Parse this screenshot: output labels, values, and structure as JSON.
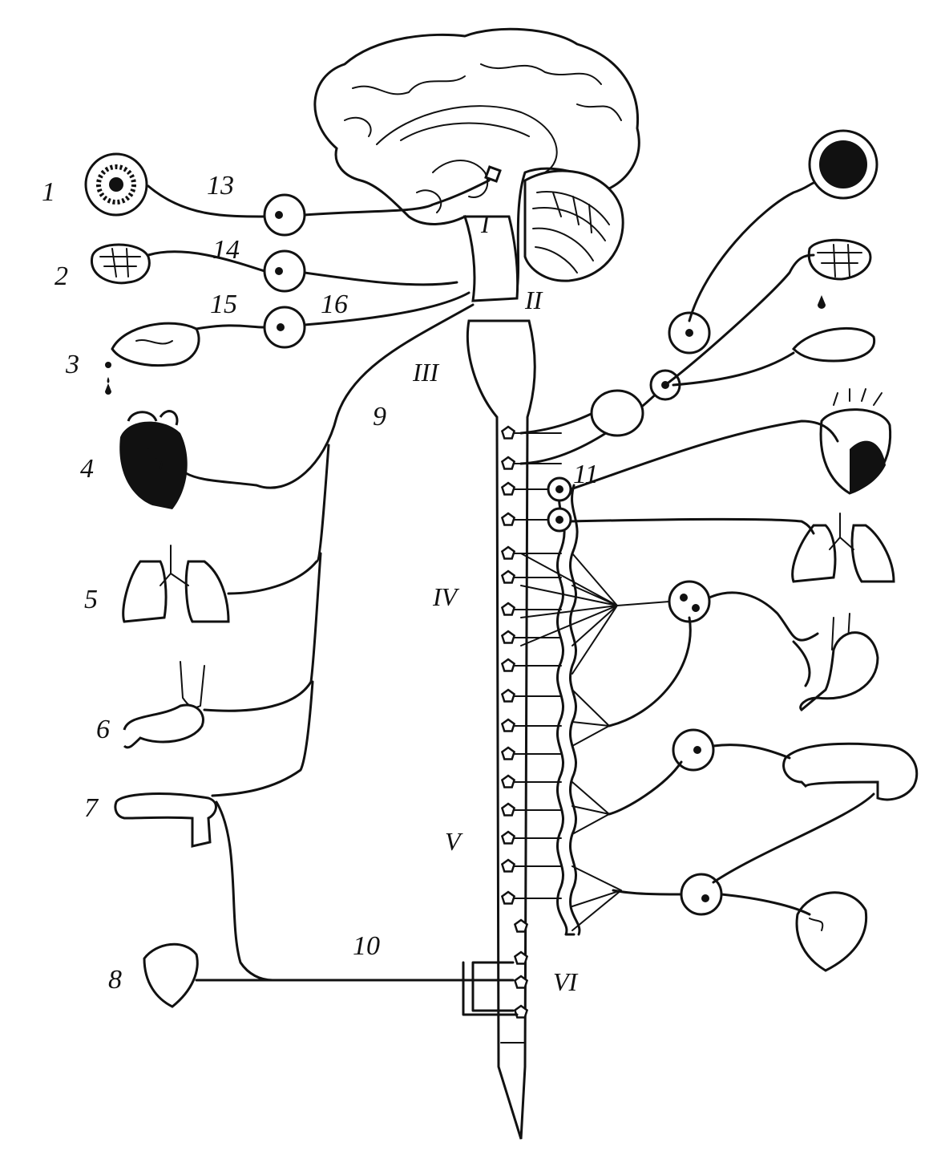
{
  "organ_labels": [
    "1",
    "2",
    "3",
    "4",
    "5",
    "6",
    "7",
    "8"
  ],
  "nerve_labels": [
    "9",
    "10",
    "11",
    "13",
    "14",
    "15",
    "16"
  ],
  "region_labels": [
    "I",
    "II",
    "III",
    "IV",
    "V",
    "VI"
  ]
}
